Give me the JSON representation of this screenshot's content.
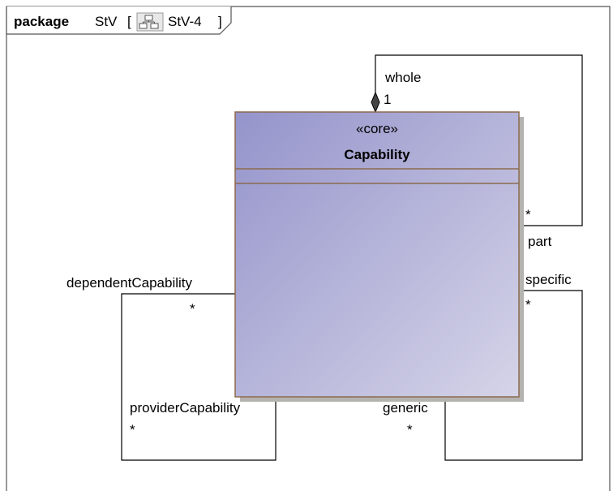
{
  "frame": {
    "keyword": "package",
    "name": "StV",
    "open_bracket": "[",
    "diagram_name": "StV-4",
    "close_bracket": "]",
    "diagram_icon": "class-diagram-icon"
  },
  "class": {
    "stereotype": "«core»",
    "name": "Capability",
    "fill_start": "#9594cb",
    "fill_end": "#d5d4e8",
    "border": "#8b6a4e"
  },
  "associations": {
    "whole_part": {
      "source_role": "whole",
      "source_mult": "1",
      "target_mult": "*",
      "target_role": "part"
    },
    "dependency": {
      "source_role": "dependentCapability",
      "source_mult": "*",
      "target_role": "providerCapability",
      "target_mult": "*"
    },
    "generalization": {
      "source_role": "specific",
      "source_mult": "*",
      "target_role": "generic",
      "target_mult": "*"
    }
  }
}
